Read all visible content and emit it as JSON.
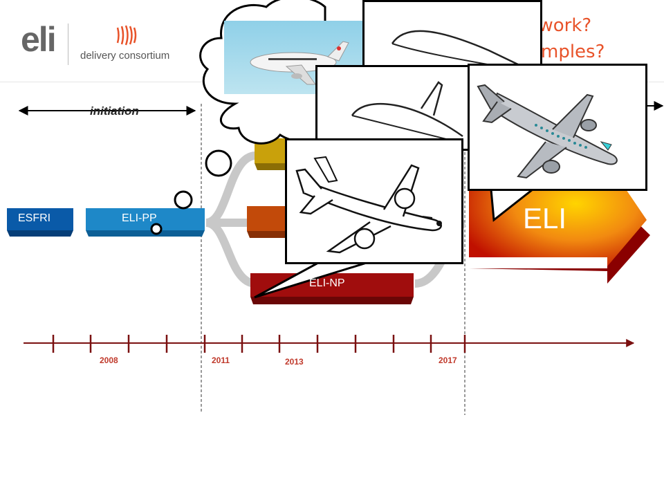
{
  "logo": {
    "mark": "eli",
    "name": "delivery consortium",
    "icon": "waves-icon"
  },
  "title": {
    "line1": "t work?",
    "line2": "mples?"
  },
  "timeline": {
    "phase_label": "initiation",
    "stages": [
      {
        "id": "esfri",
        "label": "ESFRI",
        "color": "#0a5aa8"
      },
      {
        "id": "eli-pp",
        "label": "ELI-PP",
        "color": "#1e88c8"
      },
      {
        "id": "eli-np",
        "label": "ELI-NP",
        "color": "#a00d0d"
      }
    ],
    "final": {
      "label": "ELI"
    },
    "years": [
      "2008",
      "2011",
      "2013",
      "2017"
    ]
  },
  "colors": {
    "accent": "#e8532a",
    "axis": "#7a1010",
    "eli_orange": "#e85a10",
    "eli_red": "#b40000",
    "mustard": "#c9a10b",
    "burnt": "#c24a0a"
  },
  "panels": [
    {
      "id": "photo-plane",
      "icon": "airliner-photo-icon"
    },
    {
      "id": "sketch-wing",
      "icon": "wing-sketch-icon"
    },
    {
      "id": "sketch-plane-mid",
      "icon": "plane-sketch-icon"
    },
    {
      "id": "sketch-plane-front",
      "icon": "plane-line-art-icon"
    },
    {
      "id": "colored-plane",
      "icon": "plane-color-icon"
    }
  ]
}
